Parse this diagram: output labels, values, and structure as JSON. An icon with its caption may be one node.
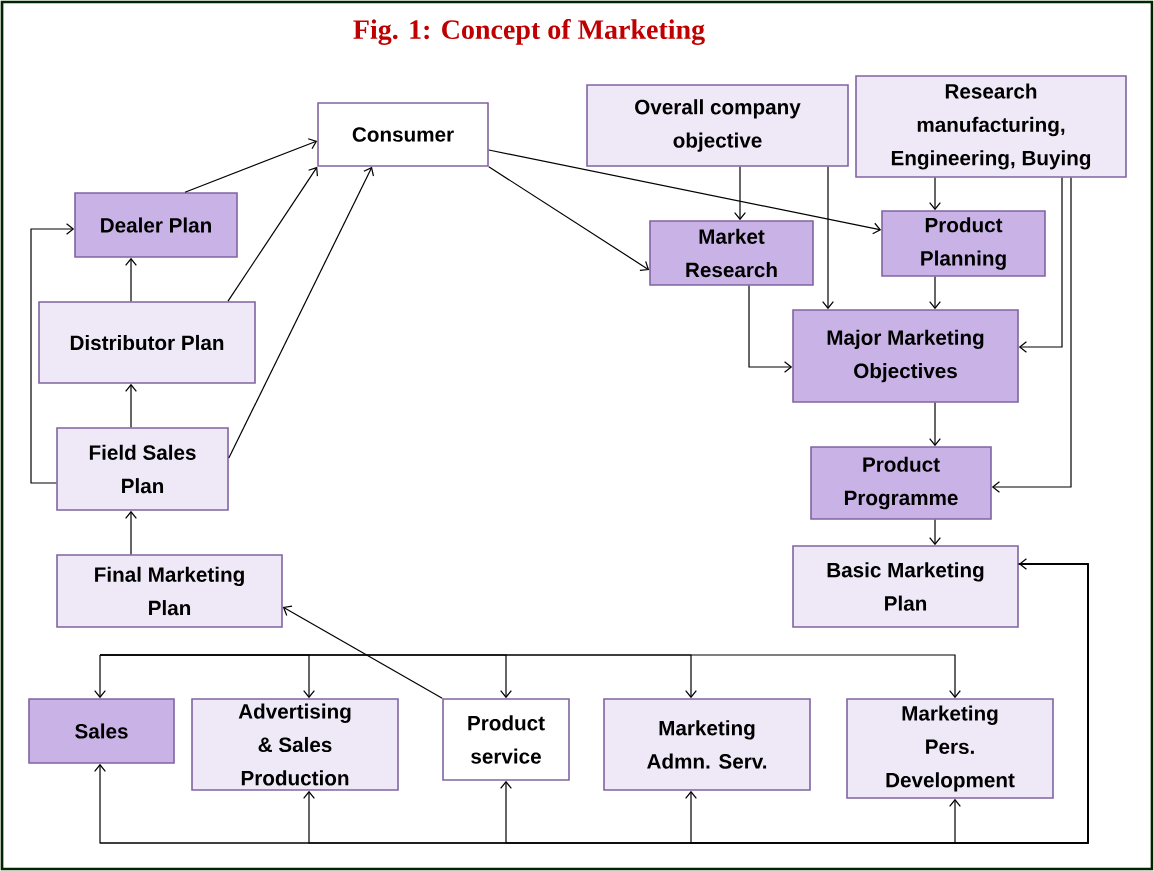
{
  "diagram": {
    "title": "Fig. 1: Concept of Marketing",
    "nodes": [
      {
        "text": [
          "Consumer"
        ]
      },
      {
        "text": [
          "Overall company objective"
        ]
      },
      {
        "text": [
          "Research manufacturing, Engineering, Buying"
        ]
      },
      {
        "text": [
          "Dealer Plan"
        ]
      },
      {
        "text": [
          "Market Research"
        ]
      },
      {
        "text": [
          "Product Planning"
        ]
      },
      {
        "text": [
          "Distributor Plan"
        ]
      },
      {
        "text": [
          "Major Marketing Objectives"
        ]
      },
      {
        "text": [
          "Field Sales Plan"
        ]
      },
      {
        "text": [
          "Product Programme"
        ]
      },
      {
        "text": [
          "Final Marketing Plan"
        ]
      },
      {
        "text": [
          "Basic Marketing Plan"
        ]
      },
      {
        "text": [
          "Sales"
        ]
      },
      {
        "text": [
          "Advertising & Sales Production"
        ]
      },
      {
        "text": [
          "Product service"
        ]
      },
      {
        "text": [
          "Marketing Admn. Serv."
        ]
      },
      {
        "text": [
          "Marketing Pers. Development"
        ]
      }
    ],
    "edges": [
      {
        "from": 3,
        "to": 0,
        "arrow": "to"
      },
      {
        "from": 6,
        "to": 0,
        "arrow": "to"
      },
      {
        "from": 8,
        "to": 0,
        "arrow": "to"
      },
      {
        "from": 6,
        "to": 3,
        "arrow": "to"
      },
      {
        "from": 8,
        "to": 6,
        "arrow": "to"
      },
      {
        "from": 8,
        "to": 3,
        "arrow": "to"
      },
      {
        "from": 10,
        "to": 8,
        "arrow": "to"
      },
      {
        "from": 0,
        "to": 4,
        "arrow": "to"
      },
      {
        "from": 0,
        "to": 5,
        "arrow": "to"
      },
      {
        "from": 1,
        "to": 4,
        "arrow": "to"
      },
      {
        "from": 1,
        "to": 7,
        "arrow": "to"
      },
      {
        "from": 2,
        "to": 5,
        "arrow": "to"
      },
      {
        "from": 2,
        "to": 7,
        "arrow": "to"
      },
      {
        "from": 2,
        "to": 9,
        "arrow": "to"
      },
      {
        "from": 4,
        "to": 7,
        "arrow": "to"
      },
      {
        "from": 5,
        "to": 7,
        "arrow": "to"
      },
      {
        "from": 7,
        "to": 9,
        "arrow": "to"
      },
      {
        "from": 9,
        "to": 11,
        "arrow": "to"
      },
      {
        "from": 14,
        "to": 10,
        "arrow": "to"
      },
      {
        "from": null,
        "to": 12,
        "arrow": "to"
      },
      {
        "from": null,
        "to": 13,
        "arrow": "to"
      },
      {
        "from": null,
        "to": 14,
        "arrow": "to"
      },
      {
        "from": null,
        "to": 15,
        "arrow": "to"
      },
      {
        "from": null,
        "to": 16,
        "arrow": "to"
      },
      {
        "from": 11,
        "to": 12,
        "arrow": "to"
      },
      {
        "from": 11,
        "to": 13,
        "arrow": "to"
      },
      {
        "from": 11,
        "to": 14,
        "arrow": "to"
      },
      {
        "from": 11,
        "to": 15,
        "arrow": "to"
      },
      {
        "from": 11,
        "to": 16,
        "arrow": "to"
      },
      {
        "from": null,
        "to": 11,
        "arrow": "to"
      }
    ]
  }
}
